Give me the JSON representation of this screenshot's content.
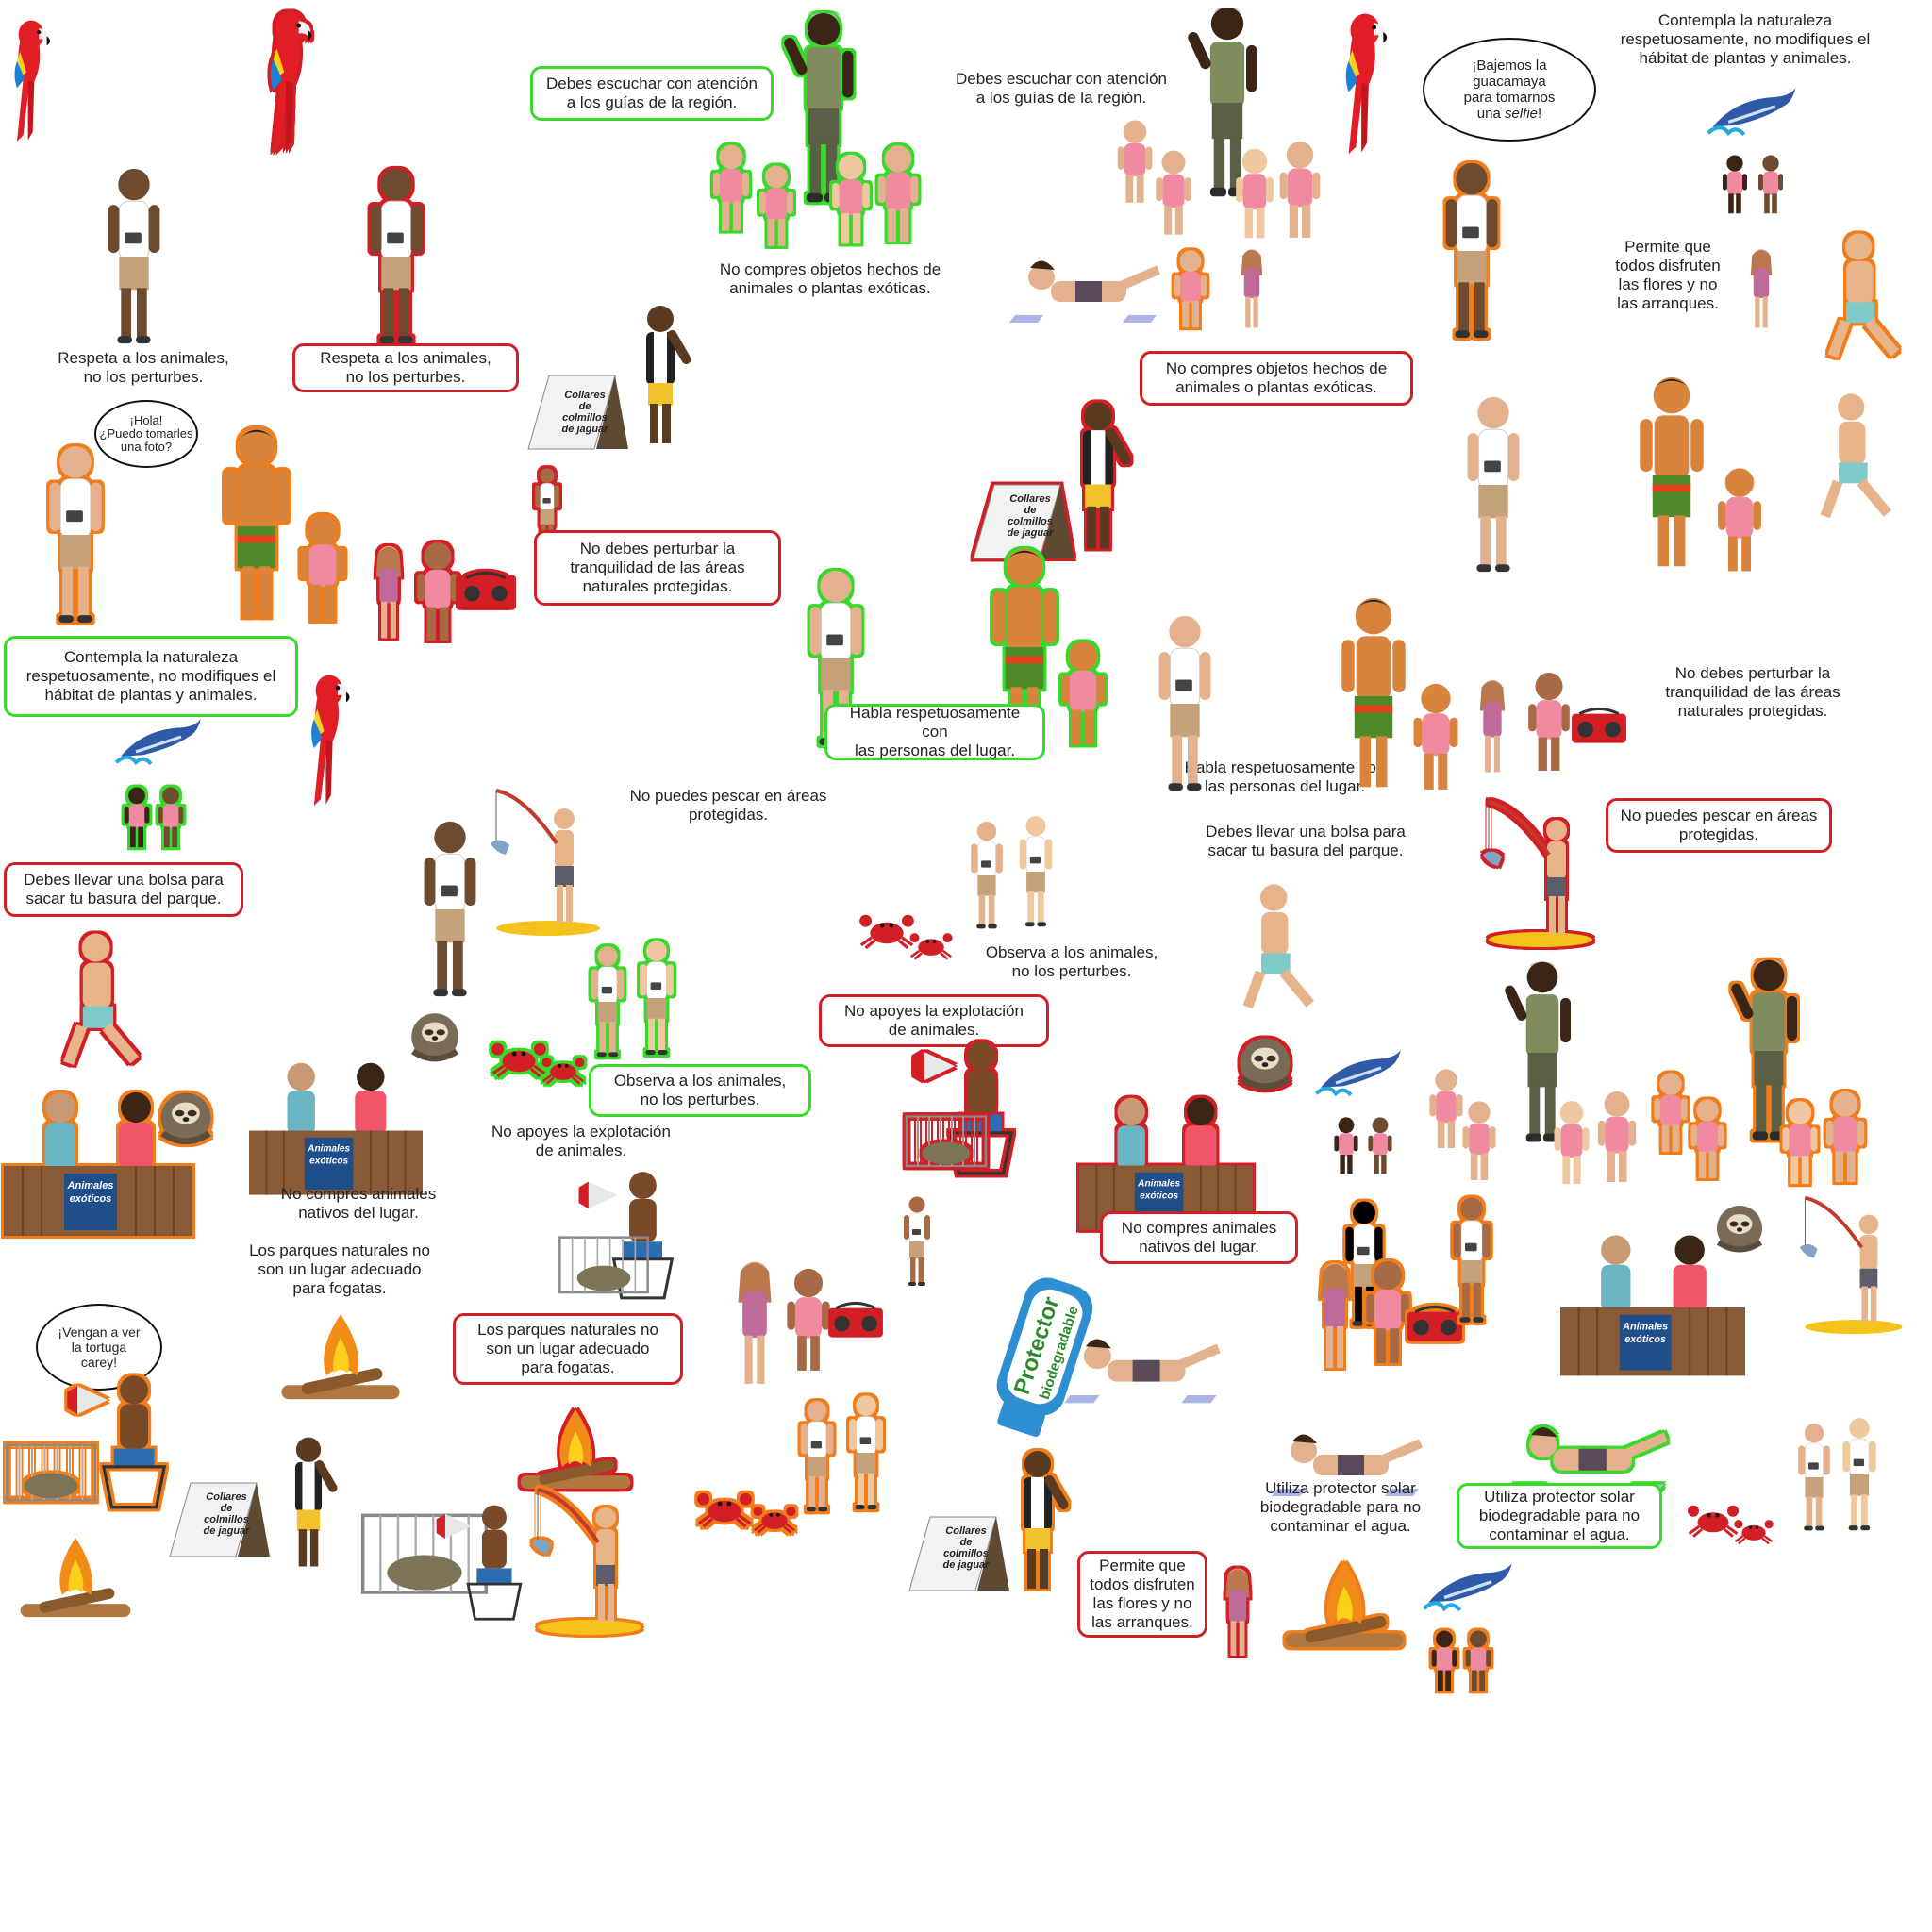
{
  "captions": {
    "respeta": "Respeta a los animales,\nno los perturbes.",
    "escuchar": "Debes escuchar con atención\na los guías de la región.",
    "no_compres_objetos": "No compres objetos hechos de\nanimales o plantas exóticas.",
    "contempla": "Contempla la naturaleza\nrespetuosamente, no modifiques el\nhábitat de plantas y animales.",
    "permite": "Permite que\ntodos disfruten\nlas flores y no\nlas arranques.",
    "no_perturbar": "No debes perturbar la\ntranquilidad de las áreas\nnaturales protegidas.",
    "habla": "Habla respetuosamente con\nlas personas del lugar.",
    "no_pescar": "No puedes pescar en áreas\nprotegidas.",
    "bolsa": "Debes llevar una bolsa para\nsacar tu basura del parque.",
    "observa": "Observa a los animales,\nno los perturbes.",
    "no_explotacion": "No apoyes la explotación\nde animales.",
    "no_compres_animales": "No compres animales\nnativos del lugar.",
    "fogatas": "Los parques naturales no\nson un lugar adecuado\npara fogatas.",
    "protector": "Utiliza protector solar\nbiodegradable para no\ncontaminar el agua."
  },
  "bubbles": {
    "hola": "¡Hola!\n¿Puedo tomarles\nuna foto?",
    "bajemos_a": "¡Bajemos la\nguacamaya\npara tomarnos\nuna ",
    "bajemos_b": "selfie",
    "bajemos_c": "!",
    "carey": "¡Vengan a ver\nla tortuga\ncarey!"
  },
  "signs": {
    "collares_1": "Collares",
    "collares_2": "de",
    "collares_3": "colmillos",
    "collares_4": "de jaguar",
    "stall_1": "Animales",
    "stall_2": "exóticos",
    "protector_1": "Protector",
    "protector_2": "biodegradable"
  },
  "icons": [
    "macaw-icon",
    "tourist-camera-icon",
    "guide-icon",
    "child-icon",
    "indigenous-man-icon",
    "fishing-boy-icon",
    "crab-icon",
    "sloth-icon",
    "whale-icon",
    "radio-icon",
    "megaphone-man-icon",
    "turtle-cage-icon",
    "campfire-icon",
    "sunscreen-bottle-icon",
    "market-stall-icon"
  ],
  "colors": {
    "wrong_outline": "#d21f26",
    "right_outline": "#39d92c",
    "neutral_outline": "#f07d1c",
    "text": "#222222"
  }
}
